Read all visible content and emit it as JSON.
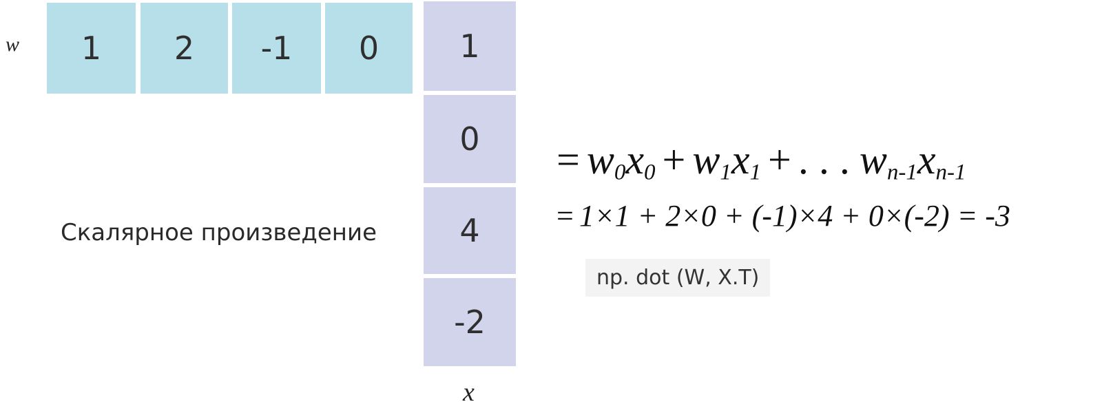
{
  "w_label": "w",
  "x_label": "x",
  "w_values": [
    "1",
    "2",
    "-1",
    "0"
  ],
  "x_values": [
    "1",
    "0",
    "4",
    "-2"
  ],
  "caption": "Скалярное произведение",
  "formula": {
    "eq": "=",
    "w": "w",
    "x": "x",
    "plus": "+",
    "dots": ". . .",
    "sub0": "0",
    "sub1": "1",
    "subn": "n-1"
  },
  "computation": "1×1 + 2×0 + (-1)×4 + 0×(-2) = -3",
  "code": "np. dot (W, X.T)"
}
